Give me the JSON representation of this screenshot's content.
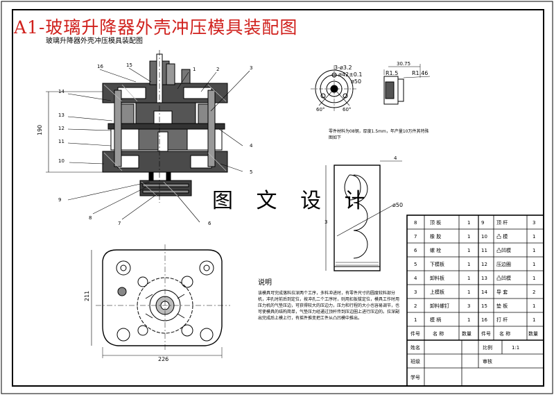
{
  "drawing": {
    "title": "A1-玻璃升降器外壳冲压模具装配图",
    "subtitle": "玻璃升降器外壳冲压模具装配图",
    "watermark": "图 文 设 计",
    "note_title": "说明",
    "note_body": "该模具可完成落料拉深两个工序，多料冲进时，有零件尺寸的圆度较料部分机，冲孔时前后到定位，按冲孔二个工序时，则用扣扳拔定位，模具工作时用压力机的气垫压边，可获得较大的压边力，压力和行程的大小也容易调节，也可使模具的结构简单，气垫压力经通过顶杆传到压边圈上进行压边的。拉深副出完成后上模上行，有摇件推变把工件从凸凹模中推出。",
    "spec_text": "零件材料为08钢，厚度1.5mm，年产量10万件其特殊图如下"
  },
  "dimensions": {
    "height_190": "190",
    "height_211": "211",
    "width_226": "226",
    "holes": "3-ø3.2",
    "dia_42": "ø42±0.1",
    "dia_50_small": "ø50",
    "angle_60a": "60°",
    "angle_60b": "60°",
    "len_3075": "30.75",
    "r15": "R1.5",
    "r146": "R1.46",
    "dim_4": "4",
    "dim_3": "3",
    "dia_50_large": "ø50"
  },
  "balloons": [
    "16",
    "15",
    "1",
    "2",
    "3",
    "14",
    "13",
    "12",
    "11",
    "10",
    "9",
    "8",
    "7",
    "6",
    "5",
    "4"
  ],
  "parts_table": {
    "rows_left": [
      {
        "no": "8",
        "name": "顶 板",
        "qty": "1"
      },
      {
        "no": "7",
        "name": "橡 胶",
        "qty": "1"
      },
      {
        "no": "6",
        "name": "螺 栓",
        "qty": "1"
      },
      {
        "no": "5",
        "name": "下模板",
        "qty": "1"
      },
      {
        "no": "4",
        "name": "卸料板",
        "qty": "1"
      },
      {
        "no": "3",
        "name": "上模板",
        "qty": "1"
      },
      {
        "no": "2",
        "name": "卸料螺钉",
        "qty": "3"
      },
      {
        "no": "1",
        "name": "模 柄",
        "qty": "1"
      }
    ],
    "rows_right": [
      {
        "no": "9",
        "name": "顶 杆",
        "qty": "3"
      },
      {
        "no": "10",
        "name": "凸 模",
        "qty": "1"
      },
      {
        "no": "11",
        "name": "凸凹模",
        "qty": "1"
      },
      {
        "no": "12",
        "name": "压边圈",
        "qty": "1"
      },
      {
        "no": "13",
        "name": "凸凹模",
        "qty": "1"
      },
      {
        "no": "14",
        "name": "导 套",
        "qty": "2"
      },
      {
        "no": "15",
        "name": "垫 板",
        "qty": "1"
      },
      {
        "no": "16",
        "name": "打 杆",
        "qty": "1"
      }
    ],
    "header": {
      "no": "件号",
      "name": "名 称",
      "qty": "数量"
    },
    "info": {
      "name_label": "姓名",
      "class_label": "班级",
      "id_label": "学号",
      "scale_label": "比例",
      "scale_value": "1:1",
      "review_label": "审核"
    }
  }
}
